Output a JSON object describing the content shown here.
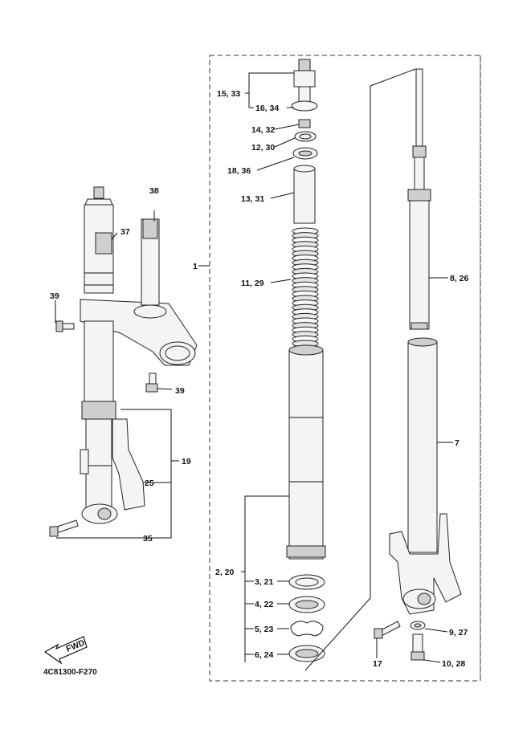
{
  "diagram": {
    "labels": {
      "l1": "1",
      "l2_20": "2, 20",
      "l3_21": "3, 21",
      "l4_22": "4, 22",
      "l5_23": "5, 23",
      "l6_24": "6, 24",
      "l7": "7",
      "l8_26": "8, 26",
      "l9_27": "9, 27",
      "l10_28": "10, 28",
      "l11_29": "11, 29",
      "l12_30": "12, 30",
      "l13_31": "13, 31",
      "l14_32": "14, 32",
      "l15_33": "15, 33",
      "l16_34": "16, 34",
      "l17": "17",
      "l18_36": "18, 36",
      "l19": "19",
      "l25": "25",
      "l35": "35",
      "l37": "37",
      "l38": "38",
      "l39a": "39",
      "l39b": "39",
      "fwd": "FWD"
    },
    "diagram_code": "4C81300-F270"
  }
}
